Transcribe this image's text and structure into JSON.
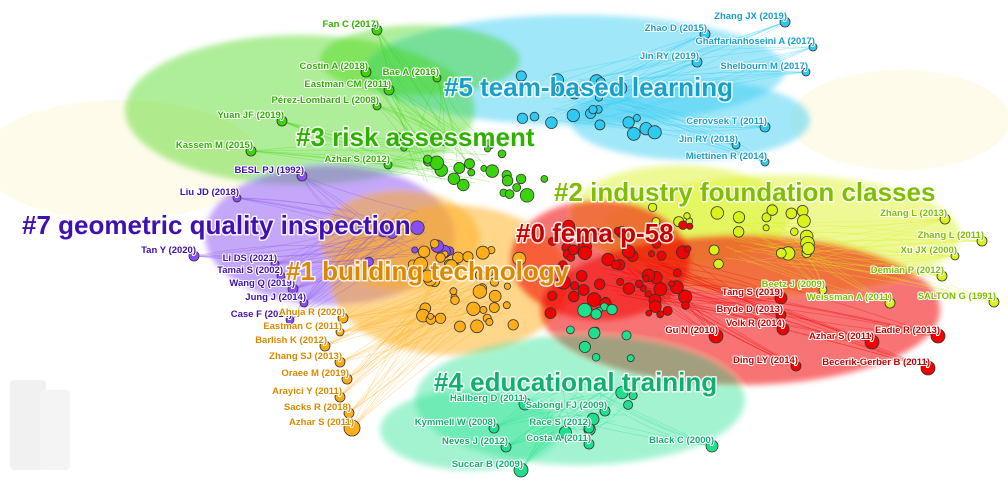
{
  "clusters": [
    {
      "id": "c0",
      "label": "#0 fema p-58",
      "color": "#c40000",
      "fill": "#f20000"
    },
    {
      "id": "c1",
      "label": "#1 building technology",
      "color": "#d98a00",
      "fill": "#ffae1a"
    },
    {
      "id": "c2",
      "label": "#2 industry foundation classes",
      "color": "#7fbf00",
      "fill": "#d9f21a"
    },
    {
      "id": "c3",
      "label": "#3 risk assessment",
      "color": "#2fb000",
      "fill": "#3ad40a"
    },
    {
      "id": "c4",
      "label": "#4 educational training",
      "color": "#10b070",
      "fill": "#1ee08c"
    },
    {
      "id": "c5",
      "label": "#5 team-based learning",
      "color": "#18a0c8",
      "fill": "#2ecaf2"
    },
    {
      "id": "c7",
      "label": "#7 geometric quality inspection",
      "color": "#4010b0",
      "fill": "#8a4df2"
    }
  ],
  "labeled_nodes": [
    {
      "label": "Fan C (2017)",
      "cluster": "c3"
    },
    {
      "label": "Costin A (2018)",
      "cluster": "c3"
    },
    {
      "label": "Bae A (2016)",
      "cluster": "c3"
    },
    {
      "label": "Eastman CM (2011)",
      "cluster": "c3"
    },
    {
      "label": "Pérez-Lombard L (2008)",
      "cluster": "c3"
    },
    {
      "label": "Yuan JF (2019)",
      "cluster": "c3"
    },
    {
      "label": "Kassem M (2015)",
      "cluster": "c3"
    },
    {
      "label": "Azhar S (2012)",
      "cluster": "c3"
    },
    {
      "label": "Zhang JX (2019)",
      "cluster": "c5"
    },
    {
      "label": "Zhao D (2015)",
      "cluster": "c5"
    },
    {
      "label": "Ghaffarianhoseini A (2017)",
      "cluster": "c5"
    },
    {
      "label": "Jin RY (2019)",
      "cluster": "c5"
    },
    {
      "label": "Shelbourn M (2017)",
      "cluster": "c5"
    },
    {
      "label": "Cerovsek T (2011)",
      "cluster": "c5"
    },
    {
      "label": "Jin RY (2018)",
      "cluster": "c5"
    },
    {
      "label": "Miettinen R (2014)",
      "cluster": "c5"
    },
    {
      "label": "BESL PJ (1992)",
      "cluster": "c7"
    },
    {
      "label": "Liu JD (2018)",
      "cluster": "c7"
    },
    {
      "label": "Tan Y (2020)",
      "cluster": "c7"
    },
    {
      "label": "Li DS (2021)",
      "cluster": "c7"
    },
    {
      "label": "Tamai S (2002)",
      "cluster": "c7"
    },
    {
      "label": "Wang Q (2019)",
      "cluster": "c7"
    },
    {
      "label": "Jung J (2014)",
      "cluster": "c7"
    },
    {
      "label": "Case F (2014)",
      "cluster": "c7"
    },
    {
      "label": "Zhang L (2013)",
      "cluster": "c2"
    },
    {
      "label": "Zhang L (2011)",
      "cluster": "c2"
    },
    {
      "label": "Xu JX (2000)",
      "cluster": "c2"
    },
    {
      "label": "Demian P (2012)",
      "cluster": "c2"
    },
    {
      "label": "Beetz J (2009)",
      "cluster": "c2"
    },
    {
      "label": "Weissman A (2011)",
      "cluster": "c2"
    },
    {
      "label": "SALTON G (1991)",
      "cluster": "c2"
    },
    {
      "label": "Ahuja R (2020)",
      "cluster": "c1"
    },
    {
      "label": "Eastman C (2011)",
      "cluster": "c1"
    },
    {
      "label": "Barlish K (2012)",
      "cluster": "c1"
    },
    {
      "label": "Zhang SJ (2013)",
      "cluster": "c1"
    },
    {
      "label": "Oraee M (2019)",
      "cluster": "c1"
    },
    {
      "label": "Arayici Y (2011)",
      "cluster": "c1"
    },
    {
      "label": "Sacks R (2018)",
      "cluster": "c1"
    },
    {
      "label": "Azhar S (2011)",
      "cluster": "c1"
    },
    {
      "label": "Tang S (2019)",
      "cluster": "c0"
    },
    {
      "label": "Bryde D (2013)",
      "cluster": "c0"
    },
    {
      "label": "Volk R (2014)",
      "cluster": "c0"
    },
    {
      "label": "Gu N (2010)",
      "cluster": "c0"
    },
    {
      "label": "Azhar S (2011)",
      "cluster": "c0"
    },
    {
      "label": "Eadie R (2013)",
      "cluster": "c0"
    },
    {
      "label": "Ding LY (2014)",
      "cluster": "c0"
    },
    {
      "label": "Becerik-Gerber B (2011)",
      "cluster": "c0"
    },
    {
      "label": "Hallberg D (2011)",
      "cluster": "c4"
    },
    {
      "label": "Sabongi FJ (2009)",
      "cluster": "c4"
    },
    {
      "label": "Kymmell W (2008)",
      "cluster": "c4"
    },
    {
      "label": "Race S (2012)",
      "cluster": "c4"
    },
    {
      "label": "Neves J (2012)",
      "cluster": "c4"
    },
    {
      "label": "Costa A (2011)",
      "cluster": "c4"
    },
    {
      "label": "Black C (2000)",
      "cluster": "c4"
    },
    {
      "label": "Succar B (2009)",
      "cluster": "c4"
    }
  ]
}
